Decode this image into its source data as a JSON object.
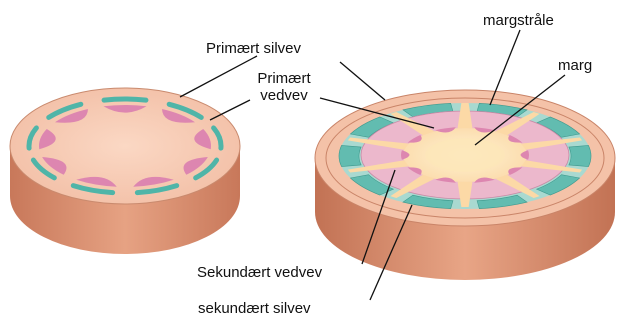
{
  "labels": {
    "primary_phloem": "Primært silvev",
    "primary_xylem_line1": "Primært",
    "primary_xylem_line2": "vedvev",
    "ray": "margstråle",
    "pith": "marg",
    "secondary_xylem": "Sekundært vedvev",
    "secondary_phloem": "sekundært silvev"
  },
  "colors": {
    "bark_top": "#f6c7b0",
    "bark_side": "#d98c6c",
    "xylem": "#dd86b0",
    "phloem": "#4fb5a8",
    "pith": "#fde6b8",
    "cambium_ring": "#e7b0c6",
    "lines": "#111111"
  }
}
